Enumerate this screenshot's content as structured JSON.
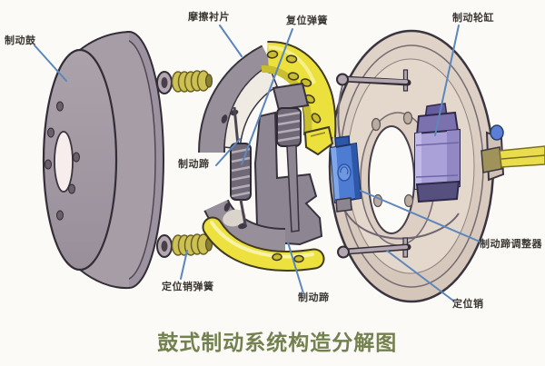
{
  "page": {
    "title": "鼓式制动系统构造分解图",
    "background": "#fbfaf6",
    "title_color": "#73814f"
  },
  "diagram": {
    "type": "exploded-view",
    "subject": "drum brake system"
  },
  "labels": [
    {
      "name": "brake-drum",
      "text": "制动鼓"
    },
    {
      "name": "friction-lining",
      "text": "摩擦衬片"
    },
    {
      "name": "return-spring",
      "text": "复位弹簧"
    },
    {
      "name": "wheel-cylinder",
      "text": "制动轮缸"
    },
    {
      "name": "brake-shoe-upper",
      "text": "制动蹄"
    },
    {
      "name": "adjuster",
      "text": "制动蹄调整器"
    },
    {
      "name": "pin-spring",
      "text": "定位销弹簧"
    },
    {
      "name": "brake-shoe-lower",
      "text": "制动蹄"
    },
    {
      "name": "locating-pin",
      "text": "定位销"
    }
  ],
  "colors": {
    "drum_gray": "#a79da6",
    "shoe_yellow": "#ebe03c",
    "lining_gray": "#97909a",
    "backing_plate_tan": "#dccec2",
    "wheel_cylinder_purple": "#aaa1d8",
    "adjuster_blue": "#4d7cd2",
    "pipe_yellow": "#e9dd4d",
    "pin_spring_gold": "#cdc153",
    "leader_line_blue": "#5b87be",
    "label_text": "#3a3632",
    "title_green": "#73814f"
  }
}
